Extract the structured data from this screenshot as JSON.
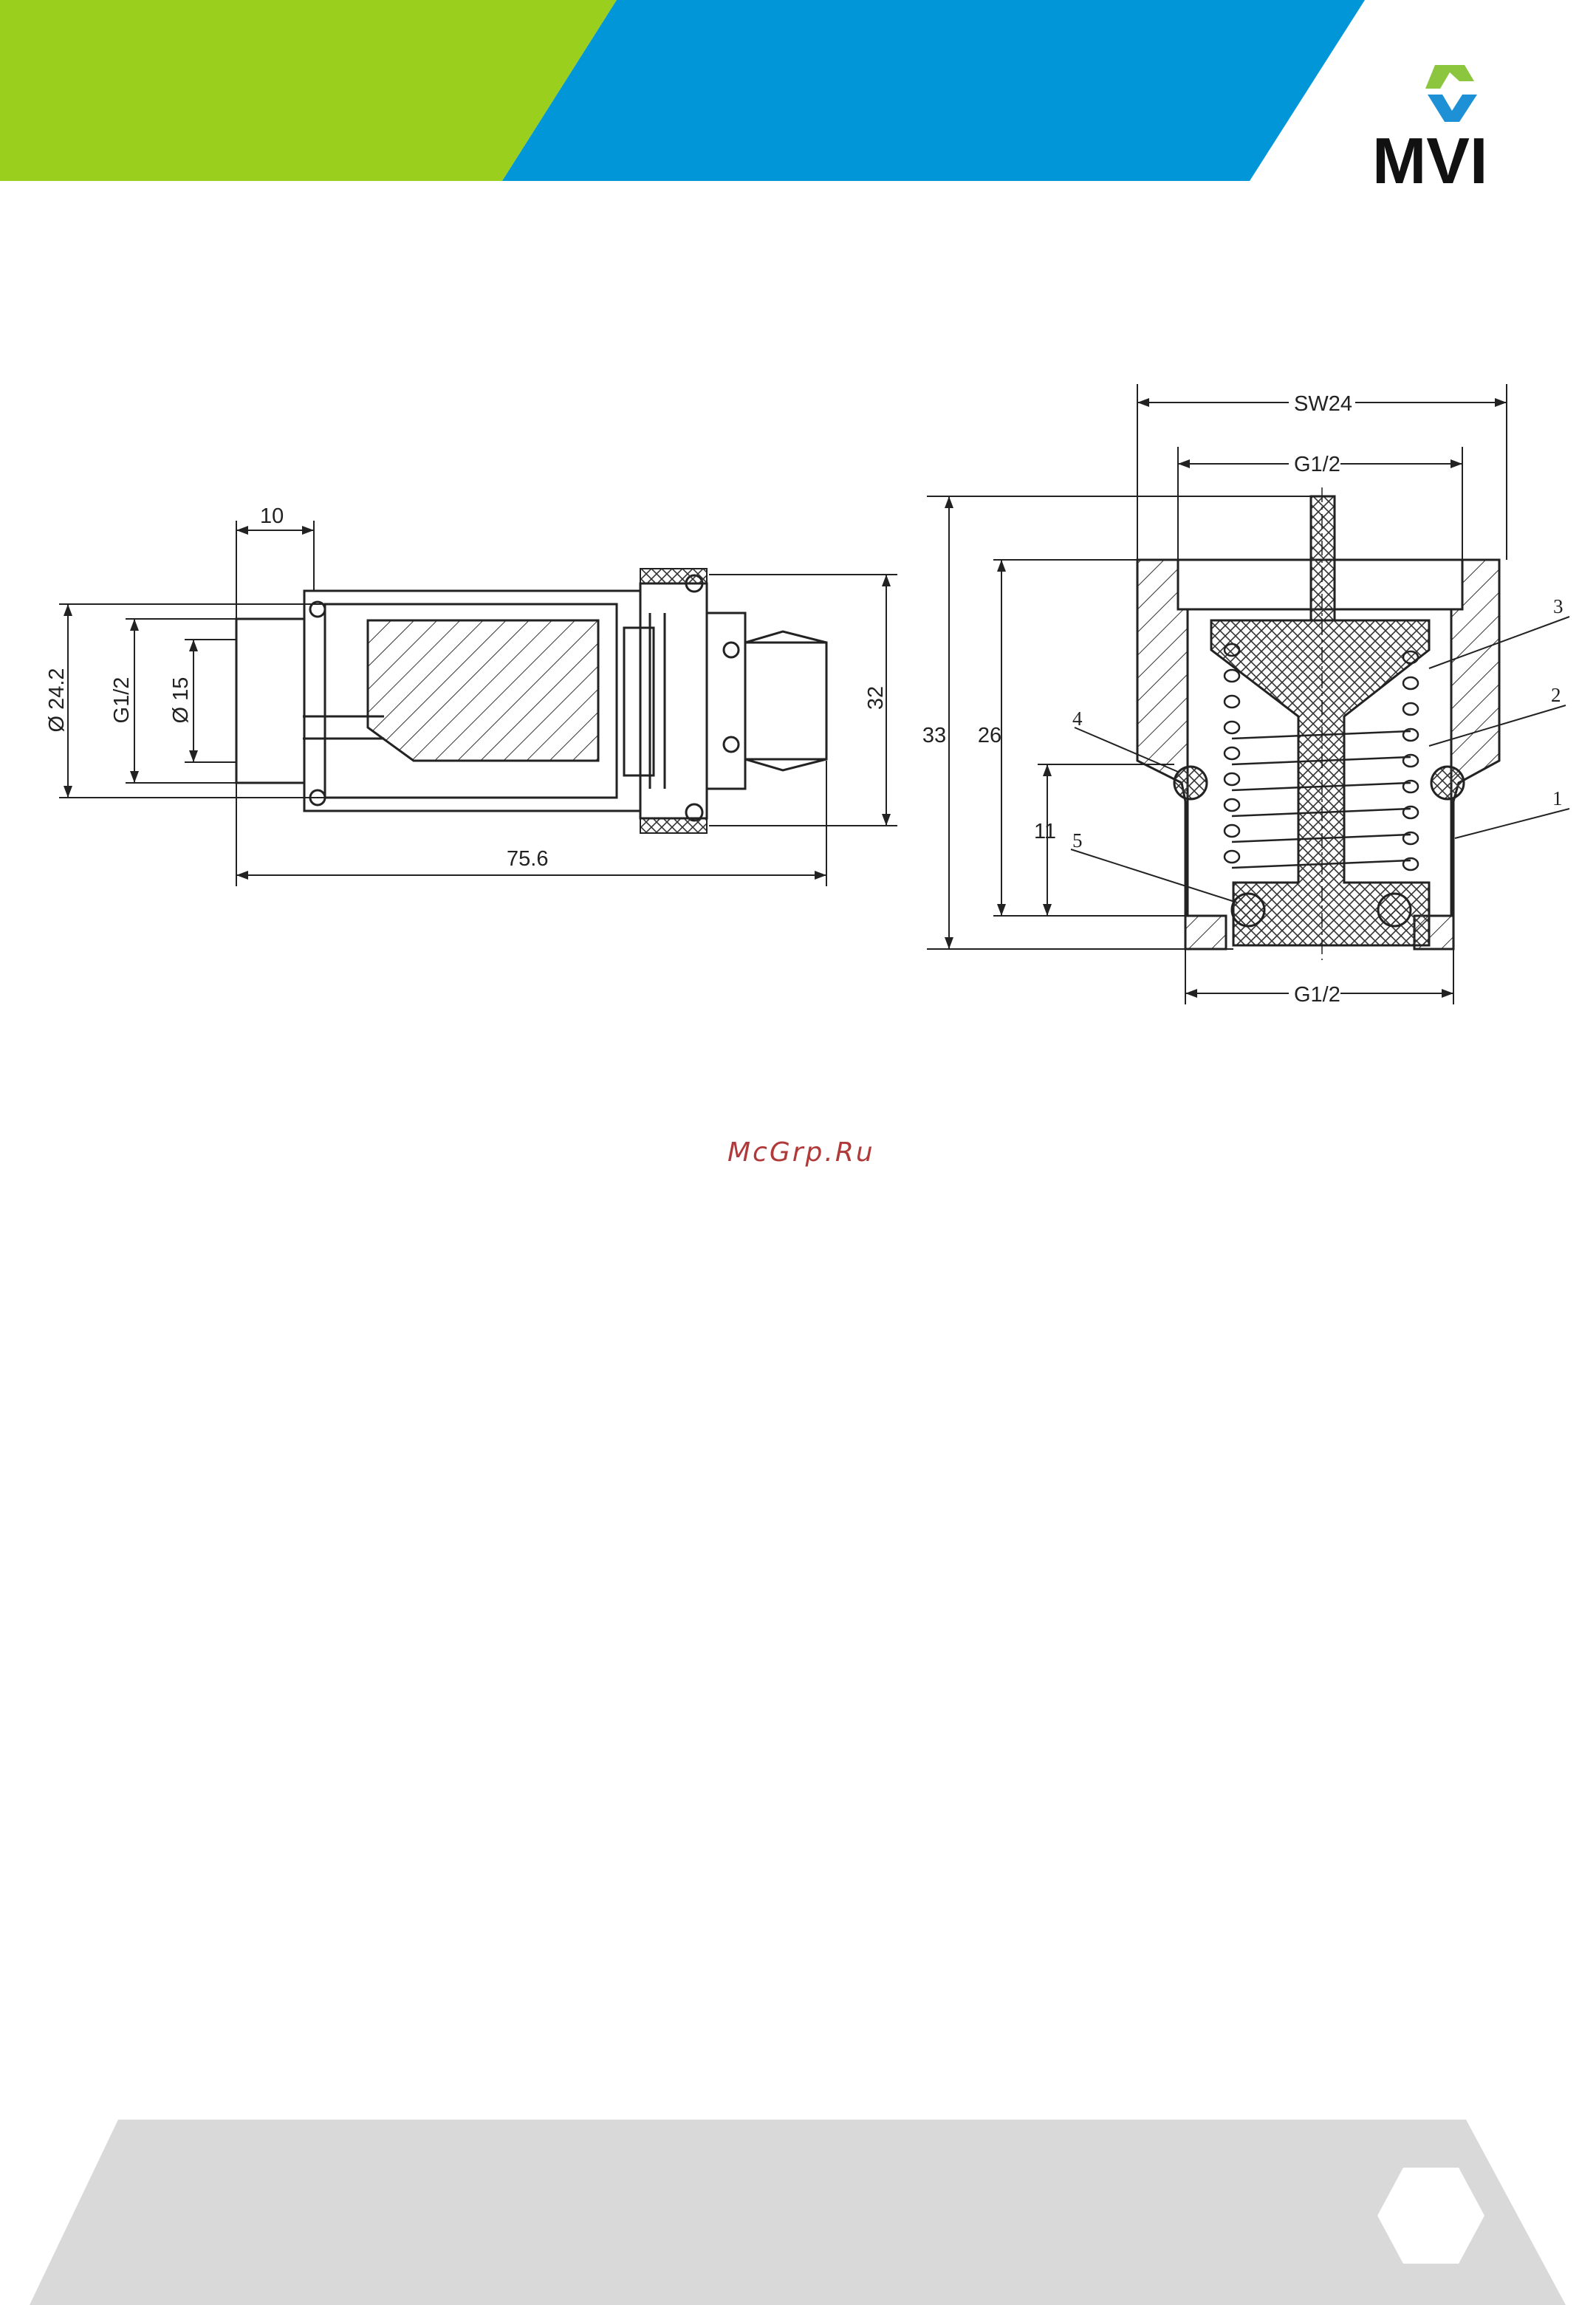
{
  "header": {
    "green": "#9bcf1d",
    "blue": "#0096d8",
    "logo_text": "MVI",
    "logo_green": "#8cc63f",
    "logo_blue": "#1e90d6"
  },
  "left_drawing": {
    "dim_10": "10",
    "dim_d242": "Ø 24.2",
    "dim_g12": "G1/2",
    "dim_d15": "Ø 15",
    "dim_32": "32",
    "dim_756": "75.6"
  },
  "right_drawing": {
    "dim_sw24": "SW24",
    "dim_g12_top": "G1/2",
    "dim_g12_bottom": "G1/2",
    "dim_33": "33",
    "dim_26": "26",
    "dim_11": "11",
    "labels": [
      "1",
      "2",
      "3",
      "4",
      "5"
    ]
  },
  "watermark": "McGrp.Ru",
  "footer": {
    "band_color": "#d9d9d9"
  }
}
